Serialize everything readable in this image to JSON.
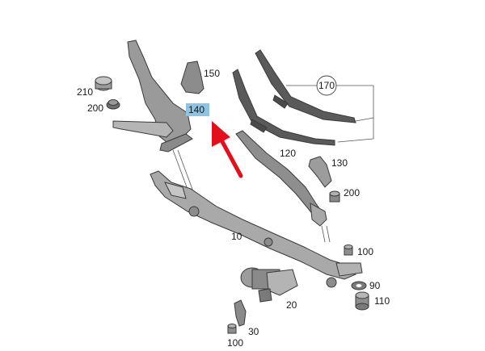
{
  "colors": {
    "highlight": "#8fc3e0",
    "arrow": "#e3101b",
    "part_fill": "#bfbfbf",
    "part_dark": "#6e6e6e",
    "line": "#3a3a3a"
  },
  "callouts": {
    "p150": "150",
    "p140": "140",
    "p170": "170",
    "p210": "210",
    "p200a": "200",
    "p120": "120",
    "p130": "130",
    "p200b": "200",
    "p10": "10",
    "p100a": "100",
    "p90": "90",
    "p110": "110",
    "p20": "20",
    "p30": "30",
    "p100b": "100"
  },
  "icons": {
    "pointer": "red-arrow-icon"
  }
}
